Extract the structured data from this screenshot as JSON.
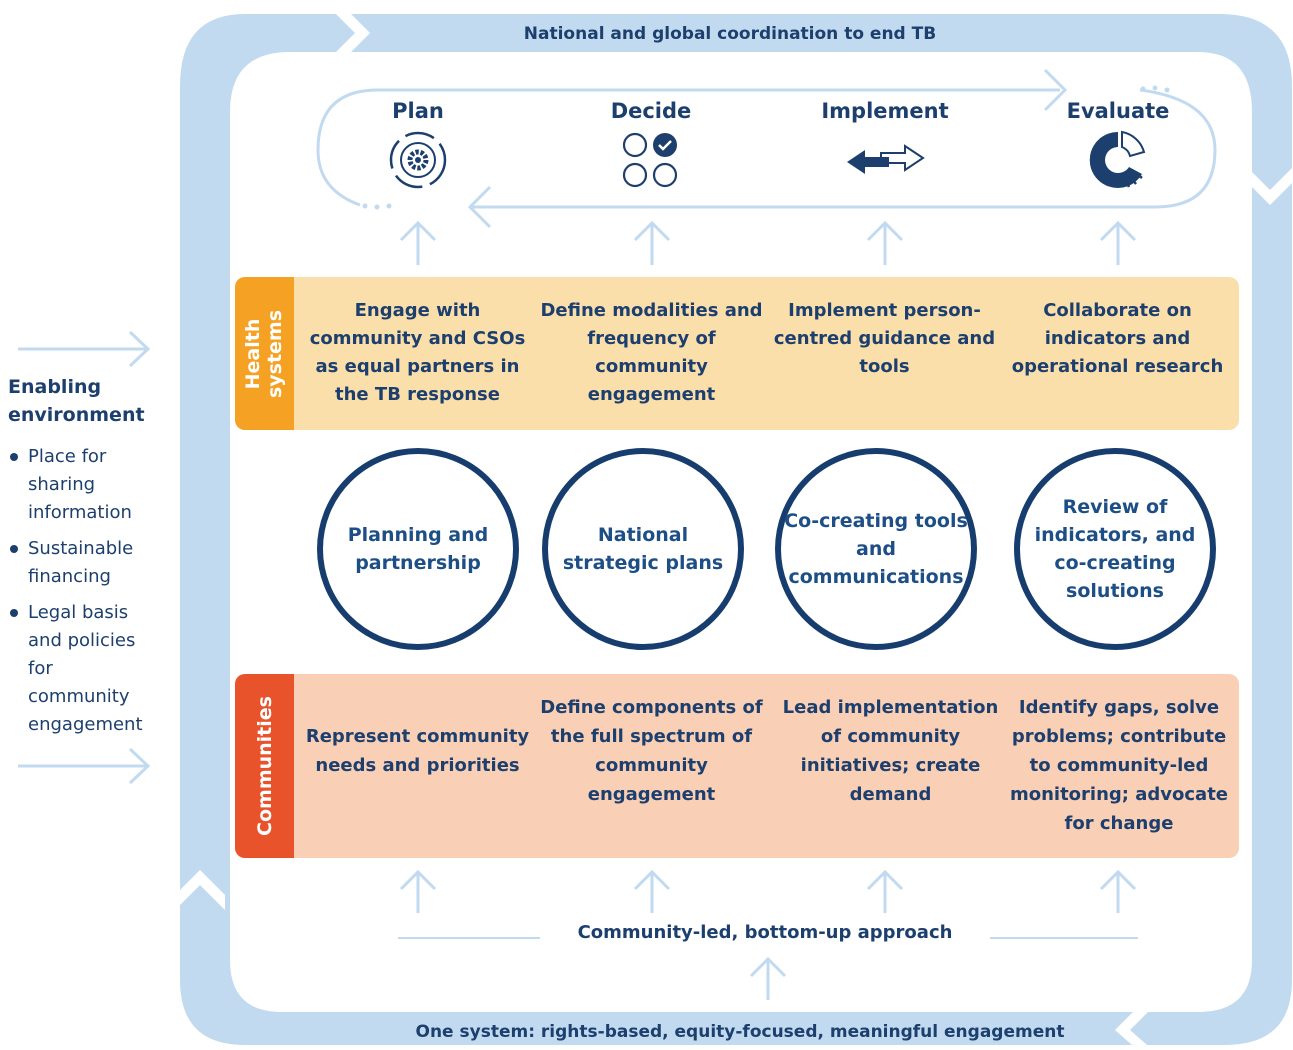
{
  "banners": {
    "top": "National and global coordination to end TB",
    "bottom": "One system: rights-based, equity-focused, meaningful engagement"
  },
  "stages": [
    {
      "label": "Plan",
      "icon": "gear-cycle-icon"
    },
    {
      "label": "Decide",
      "icon": "checked-circles-icon"
    },
    {
      "label": "Implement",
      "icon": "two-way-arrows-icon"
    },
    {
      "label": "Evaluate",
      "icon": "donut-chart-icon"
    }
  ],
  "health_systems": {
    "label": "Health systems",
    "items": [
      "Engage with community and CSOs as equal partners in the TB response",
      "Define modalities and frequency of community engagement",
      "Implement person-centred guidance and tools",
      "Collaborate on indicators and operational research"
    ]
  },
  "circles": [
    "Planning and partnership",
    "National strategic plans",
    "Co-creating tools and communications",
    "Review of indicators, and co-creating solutions"
  ],
  "communities": {
    "label": "Communities",
    "items": [
      "Represent community needs and priorities",
      "Define components of the full spectrum of community engagement",
      "Lead implementation of community initiatives; create demand",
      "Identify gaps, solve problems; contribute to community-led monitoring; advocate for change"
    ]
  },
  "enabling_environment": {
    "title": "Enabling environment",
    "items": [
      "Place for sharing information",
      "Sustainable financing",
      "Legal basis and policies for community engagement"
    ]
  },
  "community_led": "Community-led, bottom-up approach",
  "colors": {
    "frame": "#c2daf0",
    "navy": "#1d3f6e",
    "health_band": "#fbdfab",
    "health_tab": "#f5a124",
    "community_band": "#f9cfb5",
    "community_tab": "#e8532b",
    "circle_border": "#173d6f"
  }
}
